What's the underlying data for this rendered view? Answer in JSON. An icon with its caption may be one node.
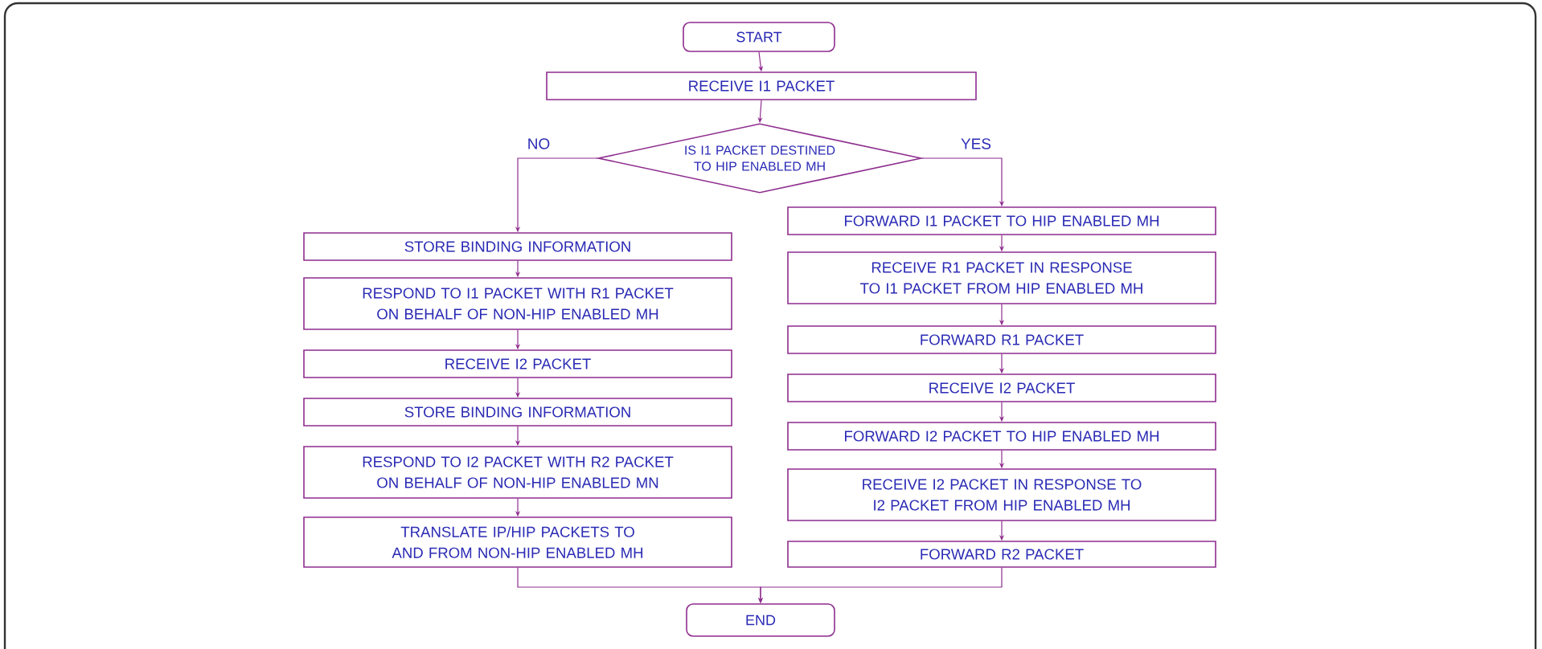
{
  "diagram": {
    "nodes": [
      {
        "text": [
          "START"
        ]
      },
      {
        "text": [
          "RECEIVE I1 PACKET"
        ]
      },
      {
        "text": [
          "IS I1 PACKET DESTINED TO HIP ENABLED MH"
        ]
      },
      {
        "text": [
          "STORE BINDING INFORMATION"
        ]
      },
      {
        "text": [
          "RESPOND TO I1 PACKET WITH R1 PACKET ON BEHALF OF NON-HIP ENABLED MH"
        ]
      },
      {
        "text": [
          "RECEIVE I2 PACKET"
        ]
      },
      {
        "text": [
          "STORE BINDING INFORMATION"
        ]
      },
      {
        "text": [
          "RESPOND TO I2 PACKET WITH R2 PACKET ON BEHALF OF NON-HIP ENABLED MN"
        ]
      },
      {
        "text": [
          "TRANSLATE IP/HIP PACKETS TO AND FROM NON-HIP ENABLED MH"
        ]
      },
      {
        "text": [
          "FORWARD I1 PACKET TO HIP ENABLED MH"
        ]
      },
      {
        "text": [
          "RECEIVE R1 PACKET IN RESPONSE TO I1 PACKET FROM HIP ENABLED MH"
        ]
      },
      {
        "text": [
          "FORWARD R1 PACKET"
        ]
      },
      {
        "text": [
          "RECEIVE I2 PACKET"
        ]
      },
      {
        "text": [
          "FORWARD I2 PACKET TO HIP ENABLED MH"
        ]
      },
      {
        "text": [
          "RECEIVE I2 PACKET IN RESPONSE TO I2 PACKET FROM HIP ENABLED MH"
        ]
      },
      {
        "text": [
          "FORWARD R2 PACKET"
        ]
      },
      {
        "text": [
          "END"
        ]
      }
    ],
    "edges": [
      {
        "from": 0,
        "to": 1,
        "arrow": "to"
      },
      {
        "from": 1,
        "to": 2,
        "arrow": "to"
      },
      {
        "from": 2,
        "to": 3,
        "arrow": "to",
        "label": "NO"
      },
      {
        "from": 3,
        "to": 4,
        "arrow": "to"
      },
      {
        "from": 4,
        "to": 5,
        "arrow": "to"
      },
      {
        "from": 5,
        "to": 6,
        "arrow": "to"
      },
      {
        "from": 6,
        "to": 7,
        "arrow": "to"
      },
      {
        "from": 7,
        "to": 8,
        "arrow": "to"
      },
      {
        "from": 2,
        "to": 9,
        "arrow": "to",
        "label": "YES"
      },
      {
        "from": 9,
        "to": 10,
        "arrow": "to"
      },
      {
        "from": 10,
        "to": 11,
        "arrow": "to"
      },
      {
        "from": 11,
        "to": 12,
        "arrow": "to"
      },
      {
        "from": 12,
        "to": 13,
        "arrow": "to"
      },
      {
        "from": 13,
        "to": 14,
        "arrow": "to"
      },
      {
        "from": 14,
        "to": 15,
        "arrow": "to"
      },
      {
        "from": 8,
        "to": 16,
        "arrow": "to"
      },
      {
        "from": 15,
        "to": 16,
        "arrow": "to"
      }
    ]
  }
}
